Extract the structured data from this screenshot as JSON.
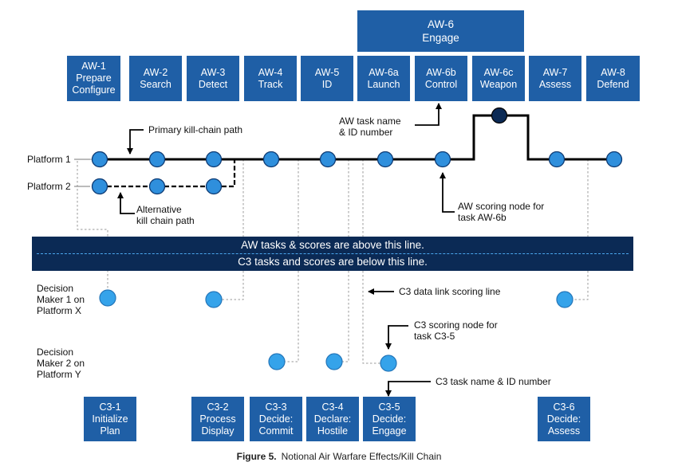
{
  "aw_engage": {
    "id": "AW-6",
    "name": "Engage"
  },
  "aw_tasks": [
    {
      "id": "AW-1",
      "lines": [
        "Prepare",
        "Configure"
      ]
    },
    {
      "id": "AW-2",
      "lines": [
        "Search"
      ]
    },
    {
      "id": "AW-3",
      "lines": [
        "Detect"
      ]
    },
    {
      "id": "AW-4",
      "lines": [
        "Track"
      ]
    },
    {
      "id": "AW-5",
      "lines": [
        "ID"
      ]
    },
    {
      "id": "AW-6a",
      "lines": [
        "Launch"
      ]
    },
    {
      "id": "AW-6b",
      "lines": [
        "Control"
      ]
    },
    {
      "id": "AW-6c",
      "lines": [
        "Weapon"
      ]
    },
    {
      "id": "AW-7",
      "lines": [
        "Assess"
      ]
    },
    {
      "id": "AW-8",
      "lines": [
        "Defend"
      ]
    }
  ],
  "c3_tasks": [
    {
      "id": "C3-1",
      "lines": [
        "Initialize",
        "Plan"
      ]
    },
    {
      "id": "C3-2",
      "lines": [
        "Process",
        "Display"
      ]
    },
    {
      "id": "C3-3",
      "lines": [
        "Decide:",
        "Commit"
      ]
    },
    {
      "id": "C3-4",
      "lines": [
        "Declare:",
        "Hostile"
      ]
    },
    {
      "id": "C3-5",
      "lines": [
        "Decide:",
        "Engage"
      ]
    },
    {
      "id": "C3-6",
      "lines": [
        "Decide:",
        "Assess"
      ]
    }
  ],
  "platforms": {
    "p1": "Platform 1",
    "p2": "Platform 2"
  },
  "decision_makers": {
    "dm1": [
      "Decision",
      "Maker 1 on",
      "Platform X"
    ],
    "dm2": [
      "Decision",
      "Maker 2 on",
      "Platform Y"
    ]
  },
  "annotations": {
    "primary_path": "Primary kill-chain path",
    "alt_path": [
      "Alternative",
      "kill chain path"
    ],
    "aw_task_name": [
      "AW task name",
      "& ID number"
    ],
    "aw_scoring_node": [
      "AW scoring node for",
      "task AW-6b"
    ],
    "c3_data_link": "C3 data link scoring line",
    "c3_scoring_node": [
      "C3 scoring node for",
      "task C3-5"
    ],
    "c3_task_name": "C3 task name & ID number"
  },
  "divider": {
    "above": "AW tasks & scores are above this line.",
    "below": "C3 tasks and scores are below this line."
  },
  "caption": {
    "figure": "Figure 5.",
    "text": "Notional Air Warfare Effects/Kill Chain"
  },
  "colors": {
    "box": "#1f5fa6",
    "band": "#0b2a55",
    "node_fill": "#2f8fdc",
    "node_dark": "#0b2a55",
    "band_dash": "#4aa7ee"
  }
}
